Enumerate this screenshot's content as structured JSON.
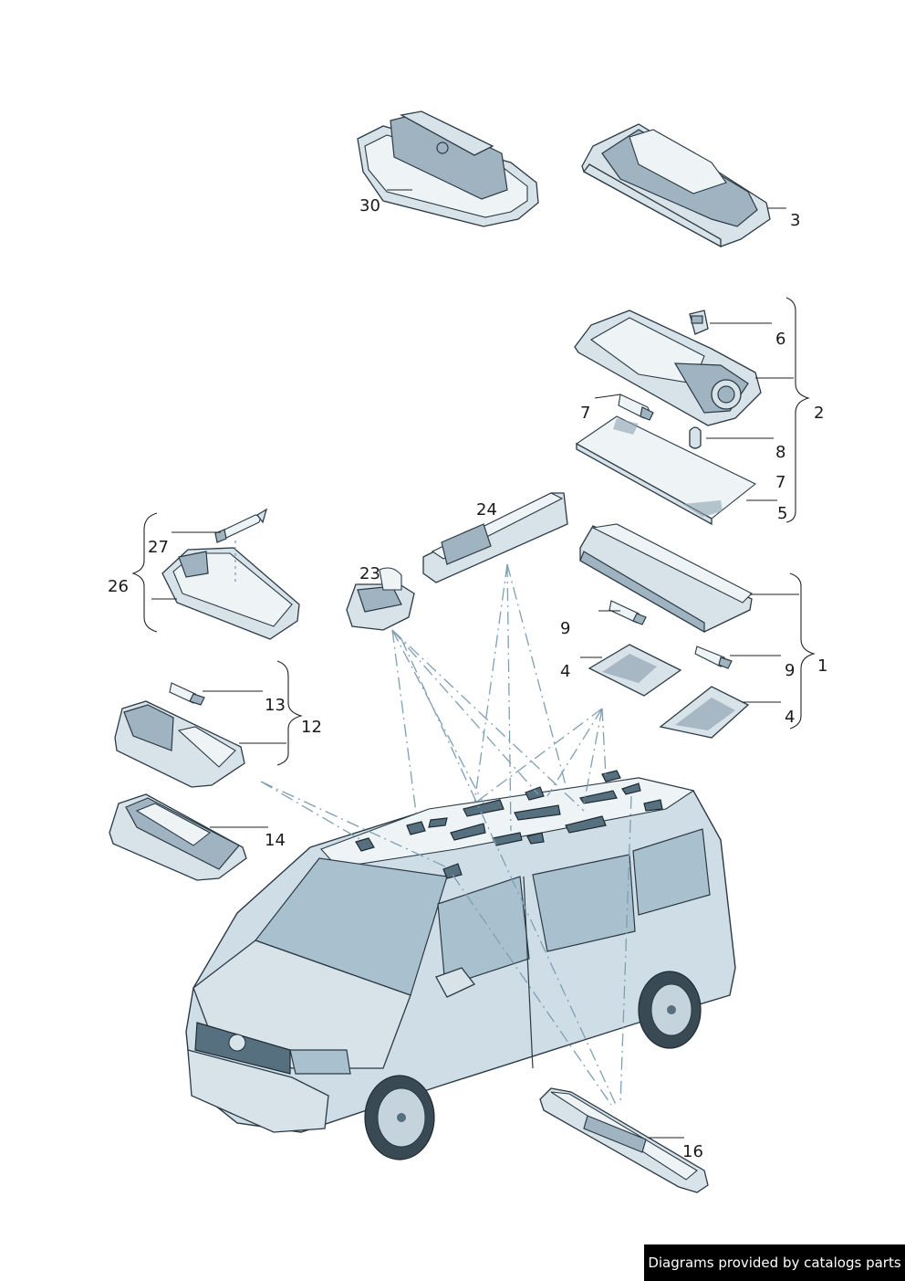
{
  "callouts": {
    "c30": "30",
    "c3": "3",
    "c6": "6",
    "c2": "2",
    "c7a": "7",
    "c8": "8",
    "c7b": "7",
    "c5": "5",
    "c24": "24",
    "c27": "27",
    "c26": "26",
    "c23": "23",
    "c9a": "9",
    "c1": "1",
    "c9b": "9",
    "c4a": "4",
    "c4b": "4",
    "c13": "13",
    "c12": "12",
    "c14": "14",
    "c16": "16"
  },
  "footer": {
    "text": "Diagrams provided by catalogs parts"
  }
}
